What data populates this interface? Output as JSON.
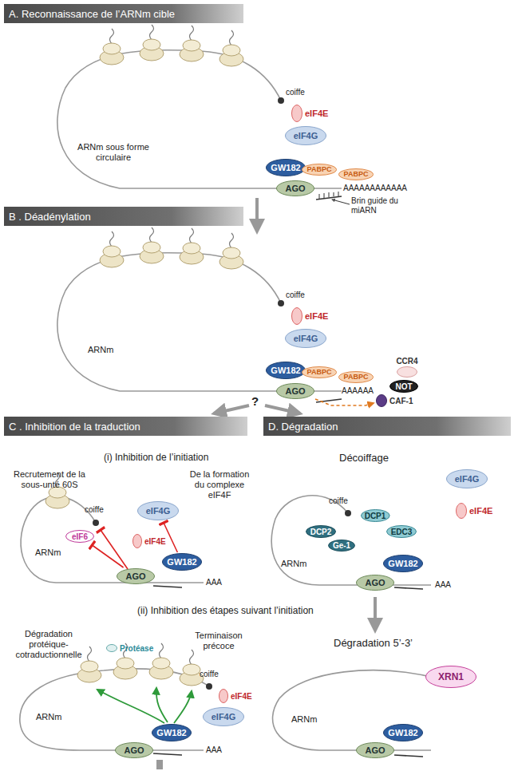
{
  "diagram": {
    "nodes": [
      {
        "text": [
          "A. Reconnaissance de l’ARNm cible"
        ]
      },
      {
        "text": [
          "eIF4E"
        ]
      },
      {
        "text": [
          "eIF4G"
        ]
      },
      {
        "text": [
          "GW182"
        ]
      },
      {
        "text": [
          "PABPC"
        ]
      },
      {
        "text": [
          "PABPC"
        ]
      },
      {
        "text": [
          "AGO"
        ]
      },
      {
        "text": [
          "B . Déadénylation"
        ]
      },
      {
        "text": [
          "eIF4E"
        ]
      },
      {
        "text": [
          "eIF4G"
        ]
      },
      {
        "text": [
          "GW182"
        ]
      },
      {
        "text": [
          "PABPC"
        ]
      },
      {
        "text": [
          "PABPC"
        ]
      },
      {
        "text": [
          "AGO"
        ]
      },
      {
        "text": [
          "CCR4"
        ]
      },
      {
        "text": [
          "NOT"
        ]
      },
      {
        "text": [
          "CAF-1"
        ]
      },
      {
        "text": [
          "C . Inhibition de la traduction"
        ]
      },
      {
        "text": [
          "D. Dégradation"
        ]
      },
      {
        "text": [
          "eIF6"
        ]
      },
      {
        "text": [
          "eIF4G"
        ]
      },
      {
        "text": [
          "eIF4E"
        ]
      },
      {
        "text": [
          "GW182"
        ]
      },
      {
        "text": [
          "AGO"
        ]
      },
      {
        "text": [
          "Protéase"
        ]
      },
      {
        "text": [
          "eIF4E"
        ]
      },
      {
        "text": [
          "eIF4G"
        ]
      },
      {
        "text": [
          "GW182"
        ]
      },
      {
        "text": [
          "AGO"
        ]
      },
      {
        "text": [
          "eIF4G"
        ]
      },
      {
        "text": [
          "eIF4E"
        ]
      },
      {
        "text": [
          "DCP1"
        ]
      },
      {
        "text": [
          "EDC3"
        ]
      },
      {
        "text": [
          "DCP2"
        ]
      },
      {
        "text": [
          "Ge-1"
        ]
      },
      {
        "text": [
          "GW182"
        ]
      },
      {
        "text": [
          "AGO"
        ]
      },
      {
        "text": [
          "XRN1"
        ]
      },
      {
        "text": [
          "GW182"
        ]
      },
      {
        "text": [
          "AGO"
        ]
      }
    ],
    "edges": [
      {
        "from": 13,
        "to": 16,
        "arrow": "to"
      },
      {
        "from": 22,
        "to": 20,
        "arrow": "to"
      },
      {
        "from": 23,
        "to": 19,
        "arrow": "to"
      }
    ],
    "labels": [
      "coiffe",
      "ARNm sous forme circulaire",
      "AAAAAAAAAAAA",
      "Brin guide du miARN",
      "coiffe",
      "ARNm",
      "AAAAAA",
      "?",
      "(i) Inhibition de l’initiation",
      "Recrutement de la sous-unté 60S",
      "De la formation du complexe eIF4F",
      "coiffe",
      "ARNm",
      "AAA",
      "(ii) Inhibition des étapes suivant l’initiation",
      "Dégradation protéique-cotraductionnelle",
      "Terminaison précoce",
      "coiffe",
      "ARNm",
      "AAA",
      "Décoiffage",
      "coiffe",
      "ARNm",
      "AAA",
      "Dégradation 5’-3’",
      "ARNm"
    ]
  }
}
